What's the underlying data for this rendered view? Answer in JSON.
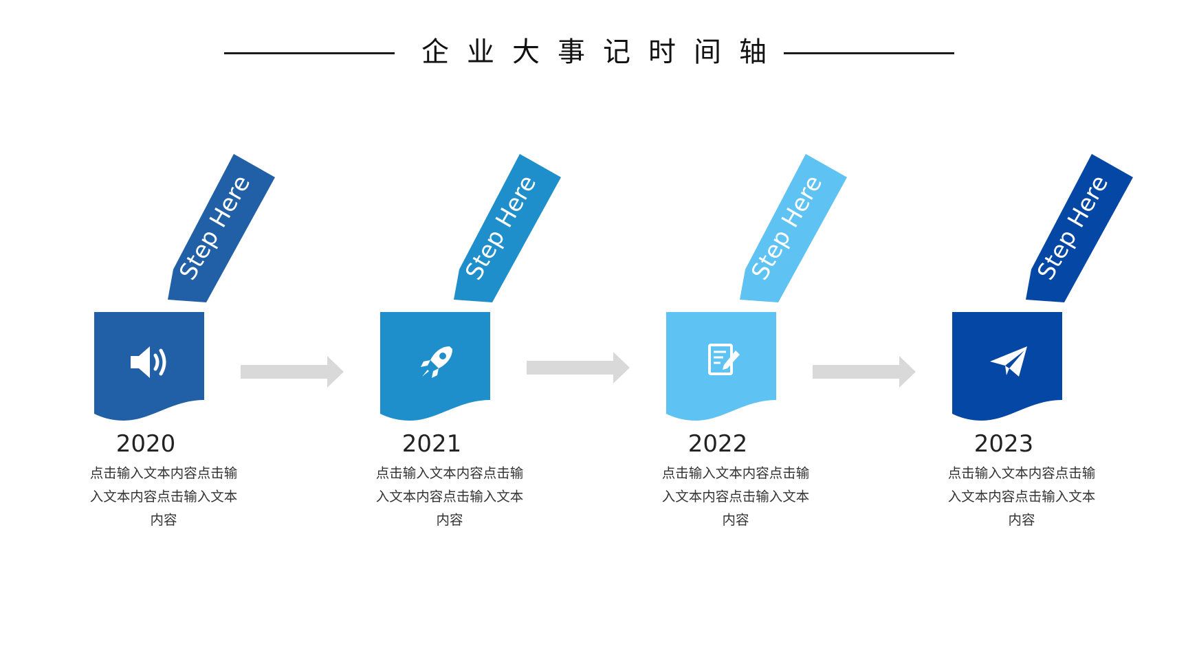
{
  "title": "企业大事记时间轴",
  "steps": [
    {
      "ribbon_label": "Step Here",
      "year": "2020",
      "desc": "点击输入文本内容点击输入文本内容点击输入文本内容",
      "icon": "speaker-icon",
      "color": "#2160a7"
    },
    {
      "ribbon_label": "Step Here",
      "year": "2021",
      "desc": "点击输入文本内容点击输入文本内容点击输入文本内容",
      "icon": "rocket-icon",
      "color": "#1e8fcb"
    },
    {
      "ribbon_label": "Step Here",
      "year": "2022",
      "desc": "点击输入文本内容点击输入文本内容点击输入文本内容",
      "icon": "document-edit-icon",
      "color": "#5ec2f3"
    },
    {
      "ribbon_label": "Step Here",
      "year": "2023",
      "desc": "点击输入文本内容点击输入文本内容点击输入文本内容",
      "icon": "paper-plane-icon",
      "color": "#0447a4"
    }
  ],
  "arrow_color": "#d9d9d9"
}
